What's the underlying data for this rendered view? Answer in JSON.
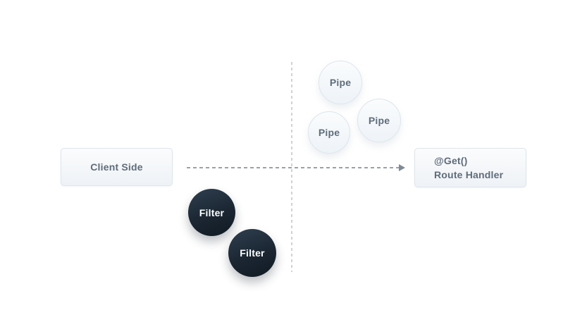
{
  "diagram": {
    "client_box": {
      "label": "Client Side"
    },
    "route_handler_box": {
      "decorator": "@Get()",
      "label": "Route Handler"
    },
    "pipes": [
      {
        "label": "Pipe"
      },
      {
        "label": "Pipe"
      },
      {
        "label": "Pipe"
      }
    ],
    "filters": [
      {
        "label": "Filter"
      },
      {
        "label": "Filter"
      }
    ],
    "colors": {
      "background": "#ffffff",
      "node_fill_light": "#f1f5f9",
      "node_border": "#dee5ec",
      "node_text": "#5f6c7b",
      "filter_fill": "#1b2632",
      "filter_text": "#ffffff",
      "arrow": "#97a2ae",
      "divider": "#ccd3da"
    }
  }
}
